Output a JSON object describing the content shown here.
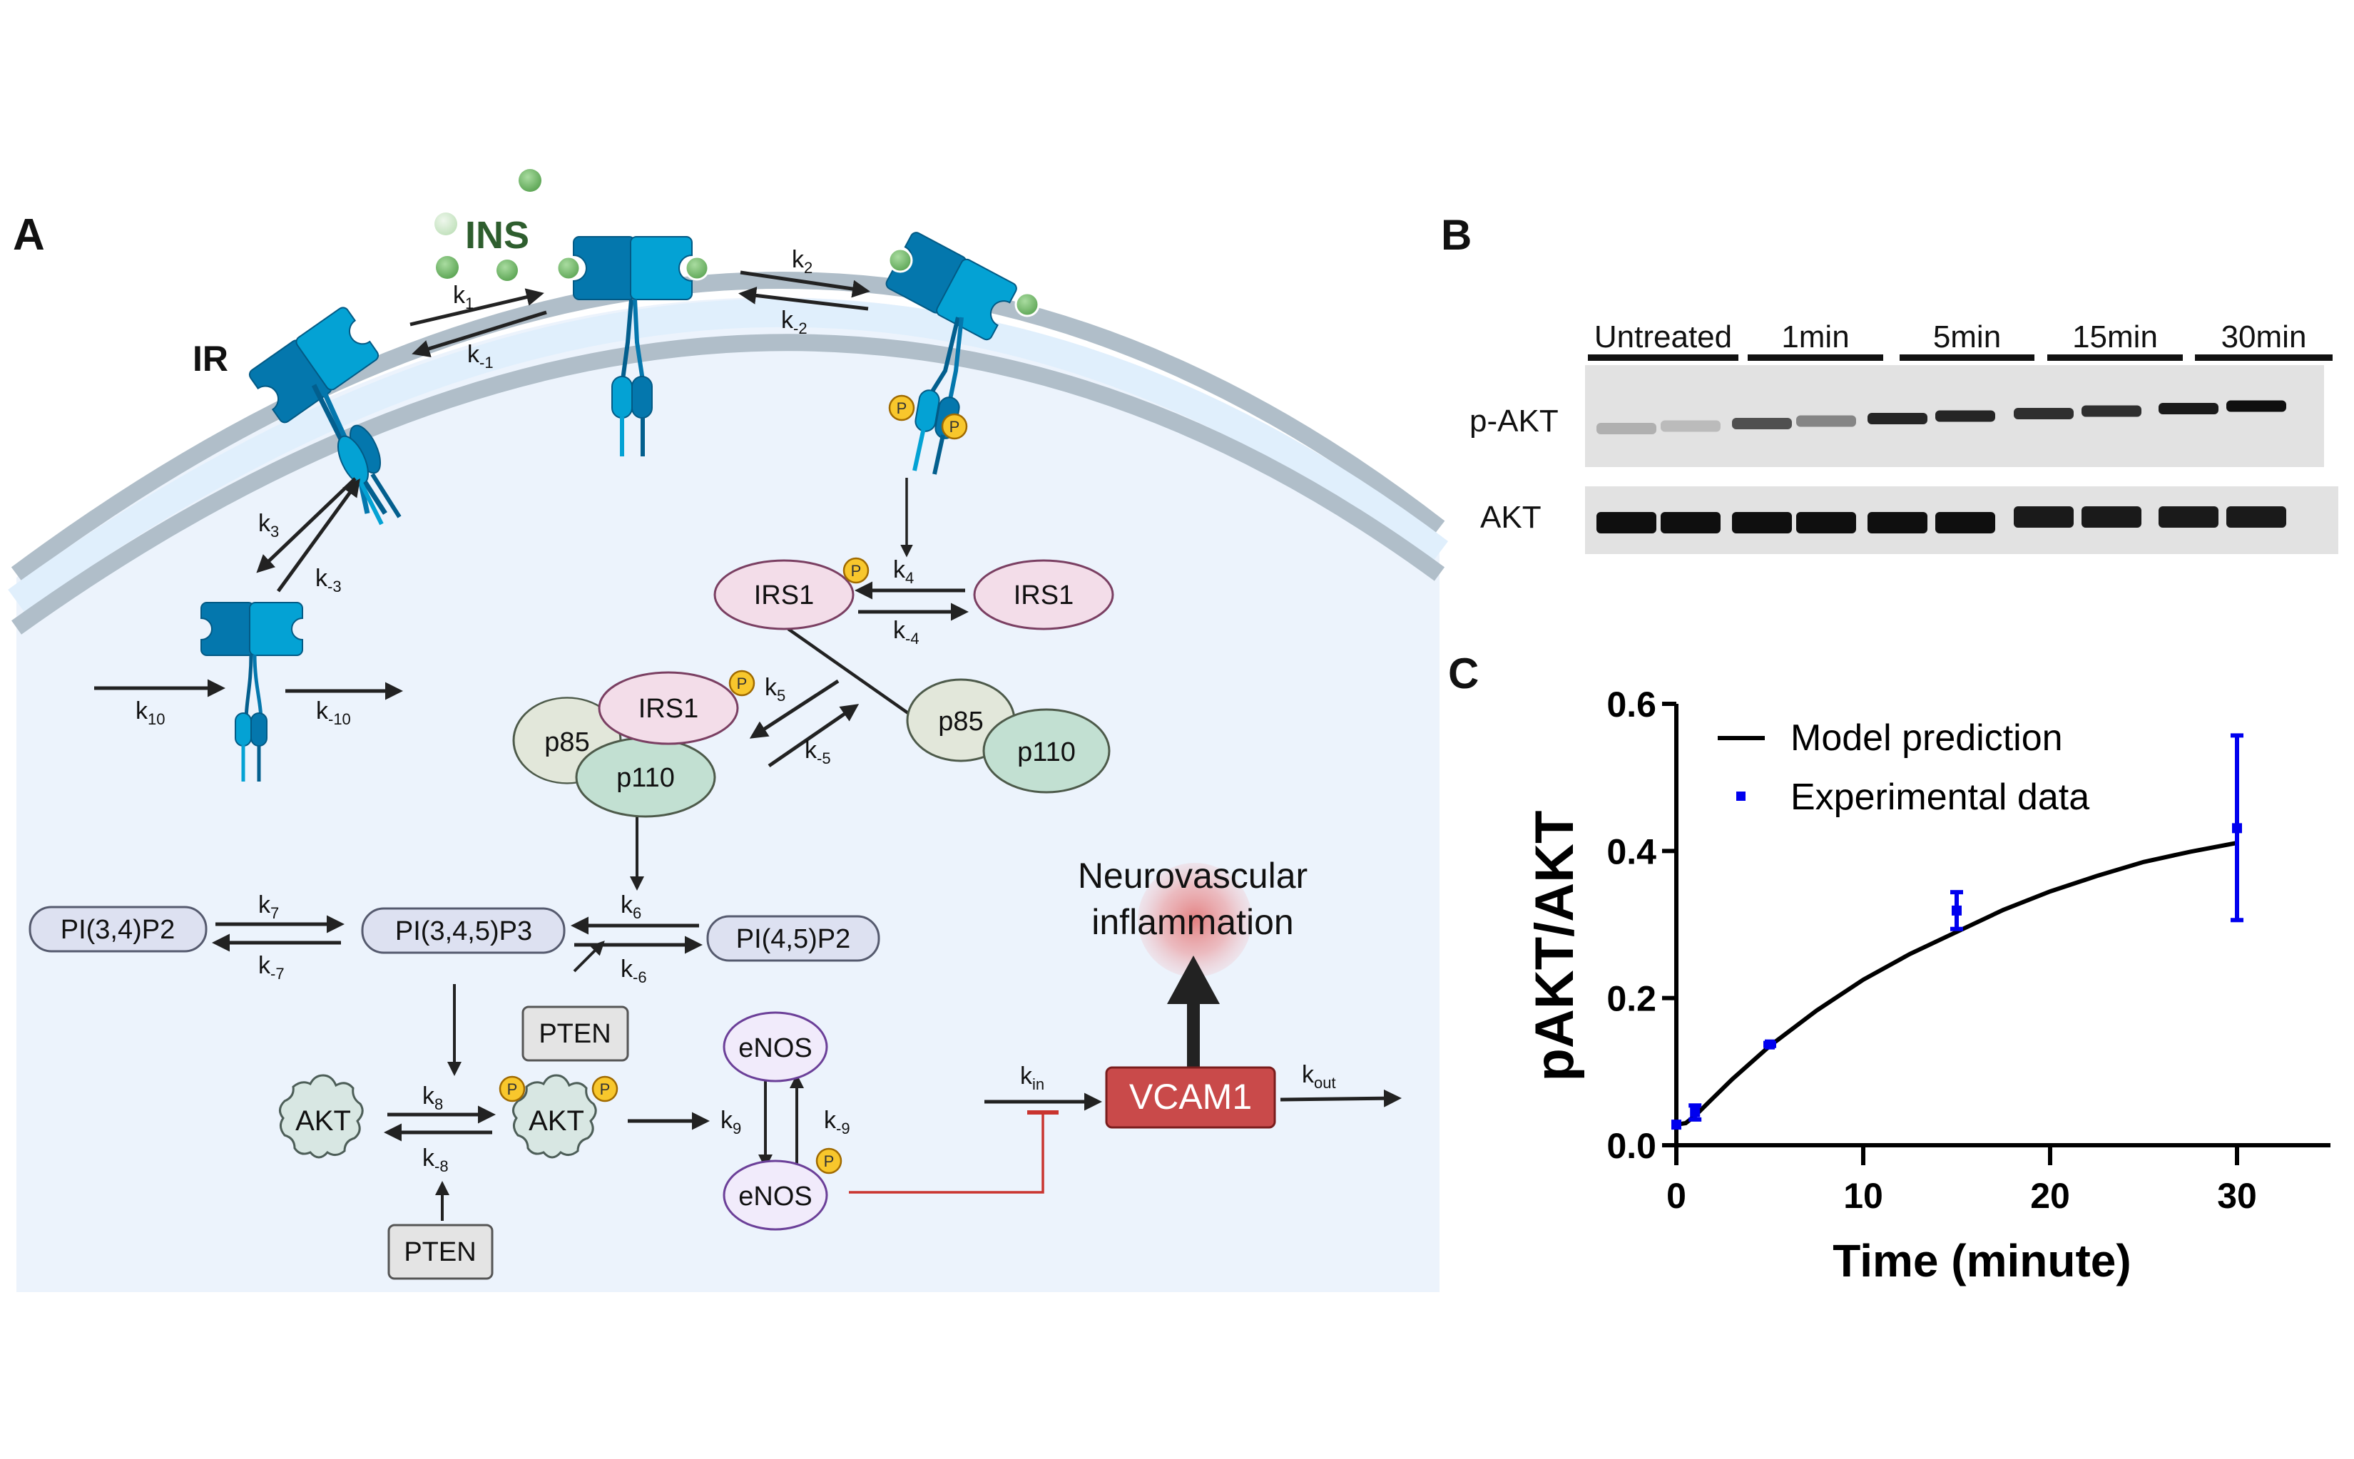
{
  "panels": {
    "a": {
      "label": "A",
      "ins_label": "INS",
      "ir_label": "IR",
      "phospho": "P",
      "rates": {
        "k1": {
          "base": "k",
          "sub": "1"
        },
        "km1": {
          "base": "k",
          "sub": "-1"
        },
        "k2": {
          "base": "k",
          "sub": "2"
        },
        "km2": {
          "base": "k",
          "sub": "-2"
        },
        "k3": {
          "base": "k",
          "sub": "3"
        },
        "km3": {
          "base": "k",
          "sub": "-3"
        },
        "k4": {
          "base": "k",
          "sub": "4"
        },
        "km4": {
          "base": "k",
          "sub": "-4"
        },
        "k5": {
          "base": "k",
          "sub": "5"
        },
        "km5": {
          "base": "k",
          "sub": "-5"
        },
        "k6": {
          "base": "k",
          "sub": "6"
        },
        "km6": {
          "base": "k",
          "sub": "-6"
        },
        "k7": {
          "base": "k",
          "sub": "7"
        },
        "km7": {
          "base": "k",
          "sub": "-7"
        },
        "k8": {
          "base": "k",
          "sub": "8"
        },
        "km8": {
          "base": "k",
          "sub": "-8"
        },
        "k9": {
          "base": "k",
          "sub": "9"
        },
        "km9": {
          "base": "k",
          "sub": "-9"
        },
        "k10": {
          "base": "k",
          "sub": "10"
        },
        "km10": {
          "base": "k",
          "sub": "-10"
        },
        "kin": {
          "base": "k",
          "sub": "in"
        },
        "kout": {
          "base": "k",
          "sub": "out"
        }
      },
      "nodes": {
        "irs1_p": "IRS1",
        "irs1": "IRS1",
        "irs1_complex": "IRS1",
        "p85_complex": "p85",
        "p110_complex": "p110",
        "p85_free": "p85",
        "p110_free": "p110",
        "pi34p2": "PI(3,4)P2",
        "pi345p3": "PI(3,4,5)P3",
        "pi45p2": "PI(4,5)P2",
        "pten_1": "PTEN",
        "pten_2": "PTEN",
        "akt": "AKT",
        "akt_p": "AKT",
        "enos": "eNOS",
        "enos_p": "eNOS",
        "vcam1": "VCAM1",
        "outcome_line1": "Neurovascular",
        "outcome_line2": "inflammation"
      },
      "colors": {
        "cell_bg": "#ecf3fc",
        "membrane": "#b0bec9",
        "membrane_gap": "#e0effc",
        "receptor_dark": "#0477ad",
        "receptor_light": "#04a2d4",
        "insulin": "#74b96c",
        "irs1_fill": "#f3dde9",
        "irs1_stroke": "#7a3f62",
        "p85_fill": "#e2e7da",
        "p110_fill": "#c2e0d2",
        "pi_fill": "#dde1f1",
        "pten_fill": "#e4e4e4",
        "akt_fill": "#d8e7e3",
        "enos_fill": "#f1ebfb",
        "enos_stroke": "#6b3f98",
        "vcam1_fill": "#c94a4a",
        "phospho_fill": "#f8c72c",
        "inhibit": "#c9342f",
        "ins_text": "#2e5e2e"
      }
    },
    "b": {
      "label": "B",
      "lanes": [
        "Untreated",
        "1min",
        "5min",
        "15min",
        "30min"
      ],
      "rows": [
        "p-AKT",
        "AKT"
      ],
      "band_intensity_pAKT": [
        0.25,
        0.2,
        0.7,
        0.45,
        0.9,
        0.9,
        0.85,
        0.85,
        0.95,
        1.0
      ],
      "band_intensity_AKT": [
        1.0,
        1.0,
        1.0,
        1.0,
        1.0,
        1.0,
        0.95,
        0.95,
        0.95,
        0.95
      ]
    },
    "c": {
      "label": "C"
    }
  },
  "chart_data": {
    "type": "line",
    "title": "",
    "xlabel": "Time (minute)",
    "ylabel": "pAKT/AKT",
    "xlim": [
      0,
      35
    ],
    "ylim": [
      0,
      0.6
    ],
    "xticks": [
      0,
      10,
      20,
      30
    ],
    "yticks": [
      "0.0",
      "0.2",
      "0.4",
      "0.6"
    ],
    "ytick_values": [
      0,
      0.2,
      0.4,
      0.6
    ],
    "grid": false,
    "legend": {
      "position": "top-left",
      "entries": [
        "Model prediction",
        "Experimental data"
      ]
    },
    "series": [
      {
        "name": "Model prediction",
        "kind": "line",
        "color": "#000000",
        "x": [
          0,
          0.5,
          1,
          2,
          3,
          5,
          7.5,
          10,
          12.5,
          15,
          17.5,
          20,
          22.5,
          25,
          27.5,
          30
        ],
        "y": [
          0.028,
          0.03,
          0.04,
          0.065,
          0.09,
          0.135,
          0.183,
          0.225,
          0.26,
          0.29,
          0.32,
          0.345,
          0.366,
          0.385,
          0.399,
          0.411
        ]
      },
      {
        "name": "Experimental data",
        "kind": "scatter_errorbar",
        "color": "#0000ee",
        "x": [
          0,
          1,
          5,
          15,
          30
        ],
        "y": [
          0.028,
          0.045,
          0.137,
          0.319,
          0.431
        ],
        "err_low": [
          0.028,
          0.035,
          0.135,
          0.294,
          0.306
        ],
        "err_high": [
          0.028,
          0.054,
          0.139,
          0.344,
          0.557
        ]
      }
    ]
  }
}
